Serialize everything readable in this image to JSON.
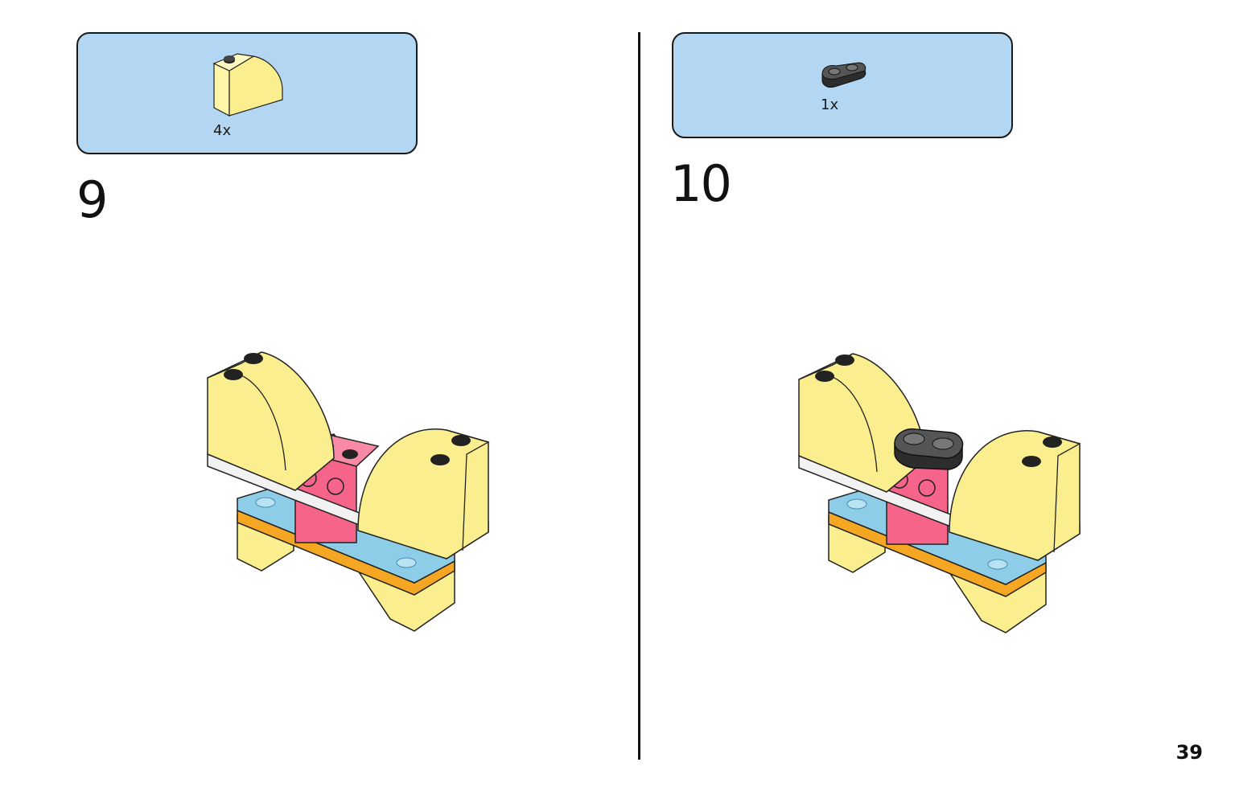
{
  "steps": [
    {
      "number": "9",
      "part_quantity": "4x"
    },
    {
      "number": "10",
      "part_quantity": "1x"
    }
  ],
  "page_number": "39",
  "colors": {
    "parts_box_bg": "#b3d6f2",
    "yellow": "#fbee8e",
    "pink": "#f6648a",
    "orange": "#f5a623",
    "trans_blue": "#8ecde8",
    "white_plate": "#f2f2f2",
    "dark_grey": "#3a3a3a"
  }
}
